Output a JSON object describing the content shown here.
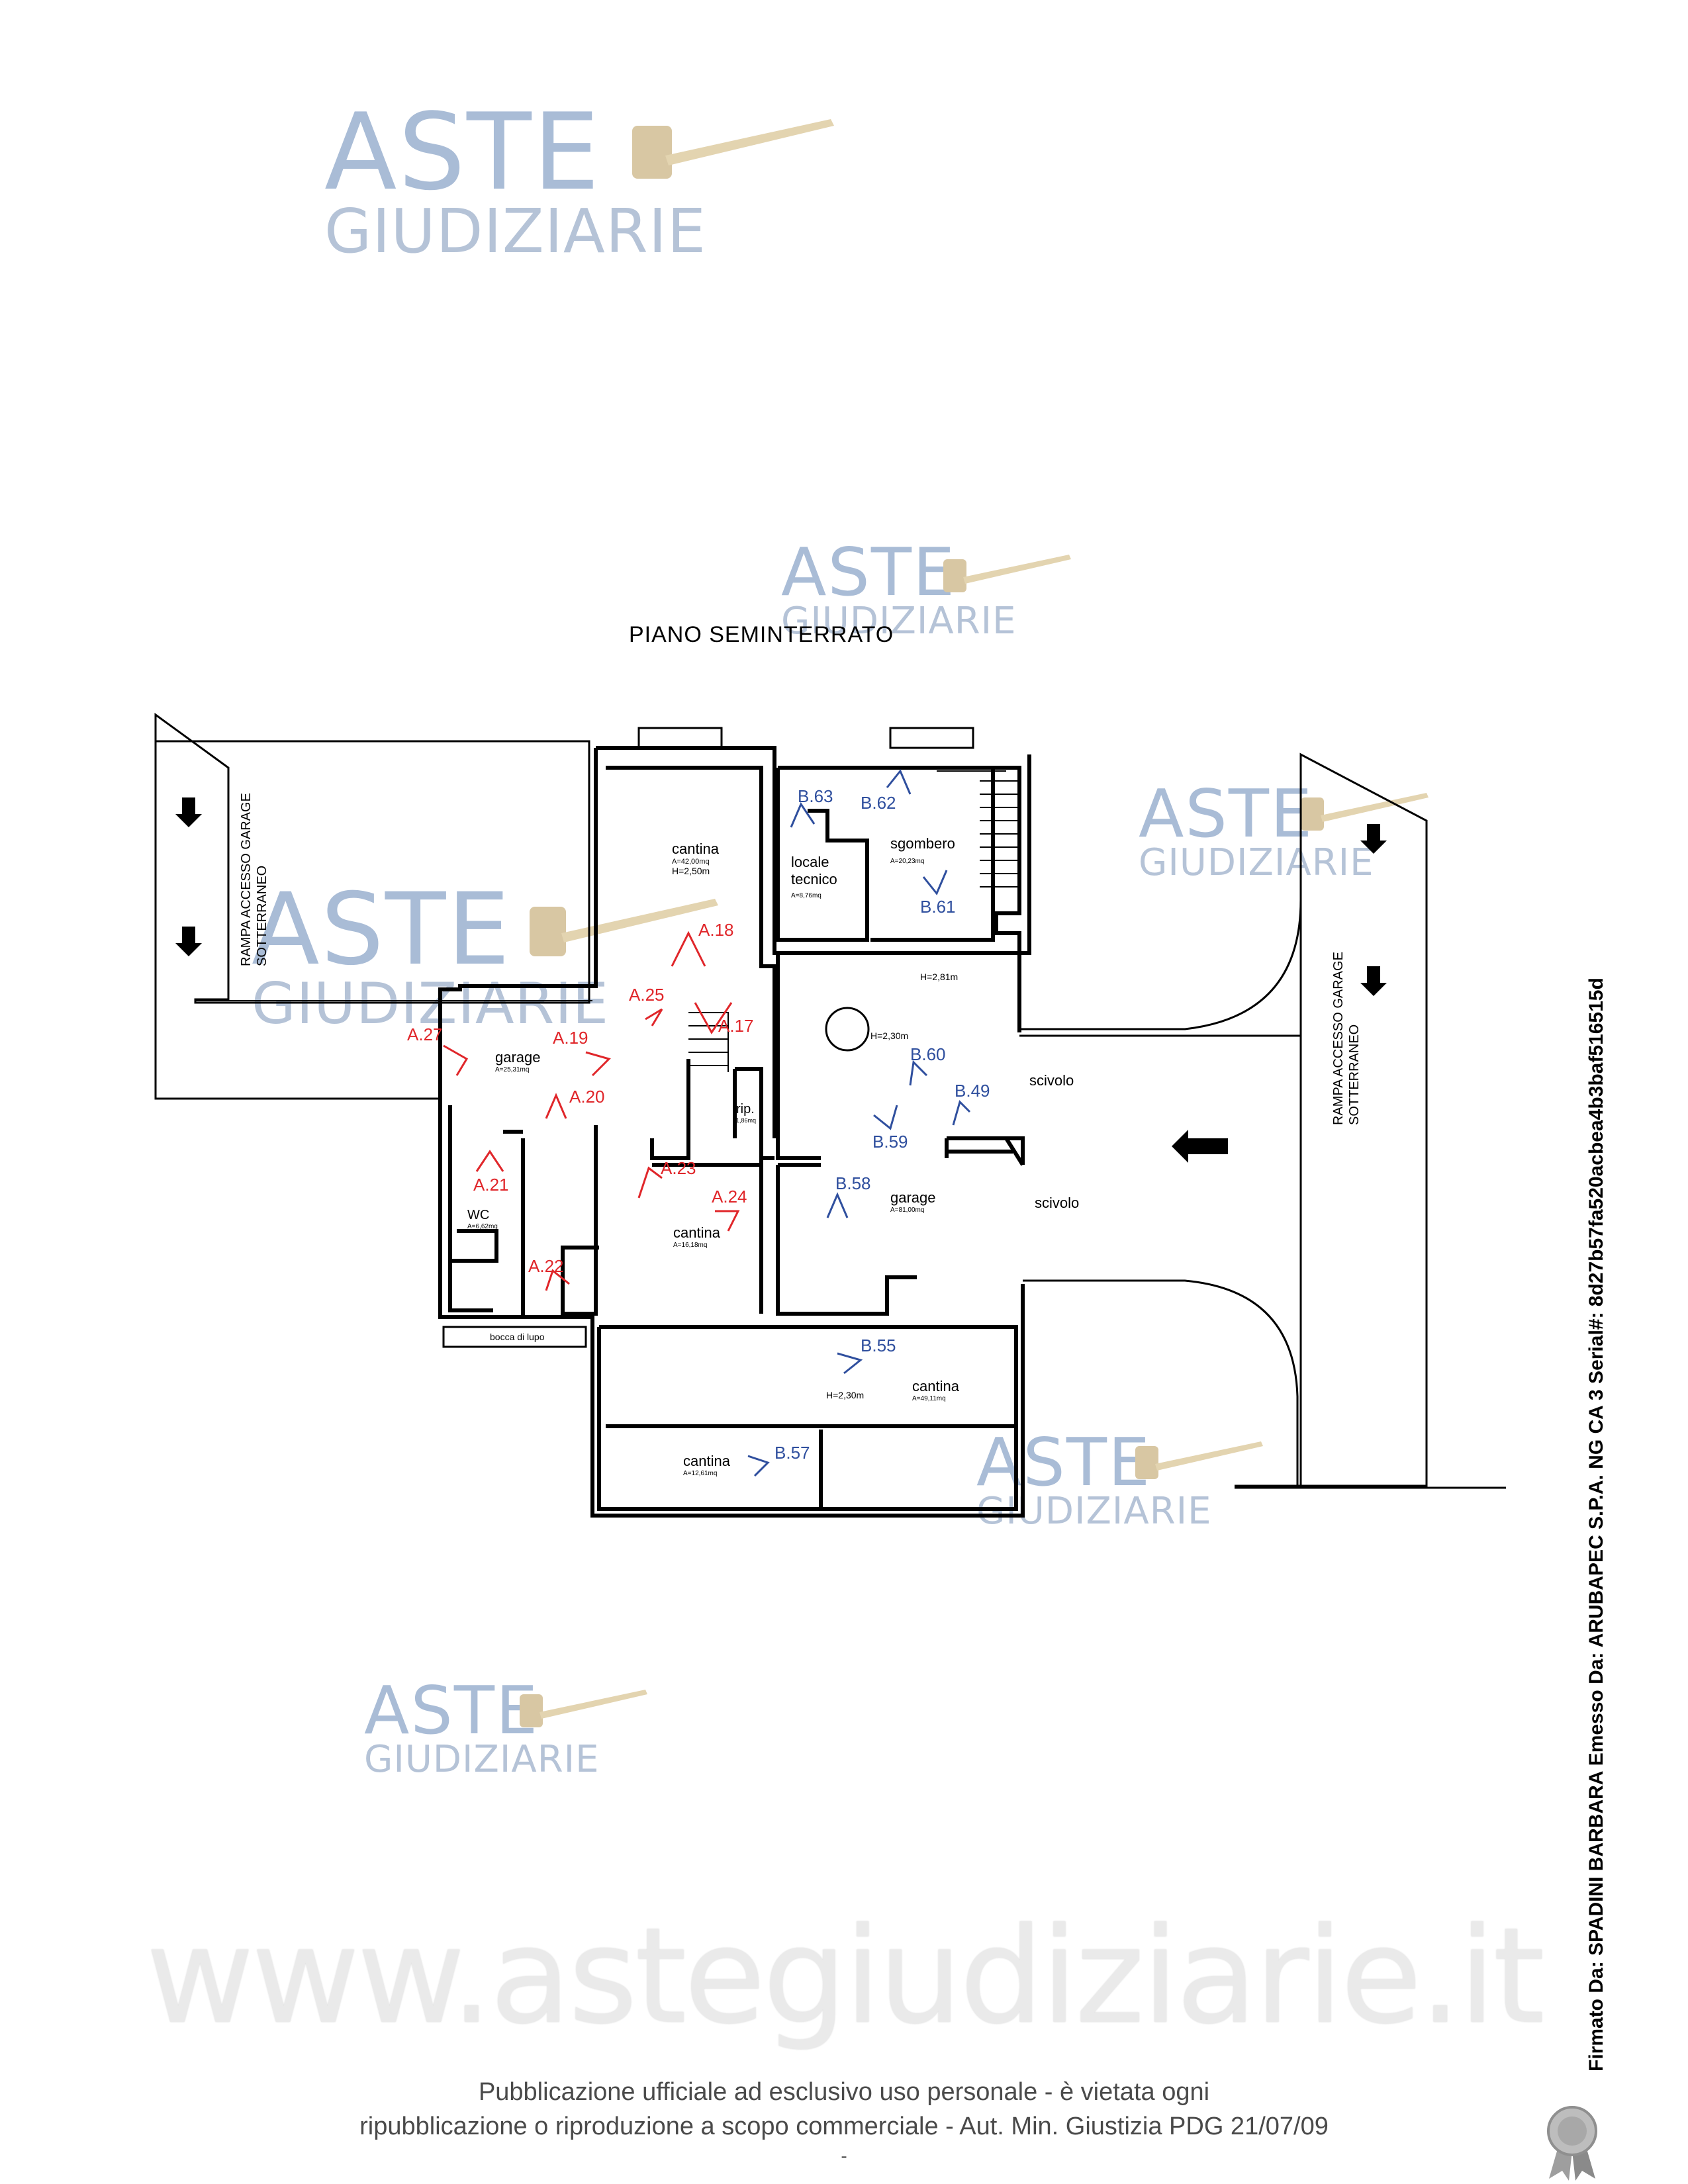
{
  "watermark": {
    "line1": "ASTE",
    "line2": "GIUDIZIARIE",
    "color": "#a9bcd6"
  },
  "plan": {
    "title": "PIANO SEMINTERRATO",
    "ramps": {
      "label_line1": "RAMPA ACCESSO GARAGE",
      "label_line2": "SOTTERRANEO"
    },
    "rooms": [
      {
        "id": "cantina-top",
        "name": "cantina",
        "area": "A=42,00mq",
        "height": "H=2,50m"
      },
      {
        "id": "locale-tecnico",
        "name_line1": "locale",
        "name_line2": "tecnico",
        "area": "A=8,76mq"
      },
      {
        "id": "sgombero",
        "name": "sgombero",
        "area": "A=20,23mq"
      },
      {
        "id": "garage-left",
        "name": "garage",
        "area": "A=25,31mq"
      },
      {
        "id": "wc",
        "name": "WC",
        "area": "A=6,62mq"
      },
      {
        "id": "rip",
        "name": "rip.",
        "area": "1,86mq"
      },
      {
        "id": "cantina-mid",
        "name": "cantina",
        "area": "A=16,18mq"
      },
      {
        "id": "garage-right",
        "name": "garage",
        "area": "A=81,00mq"
      },
      {
        "id": "cantina-low",
        "name": "cantina",
        "area": "A=49,11mq",
        "height": "H=2,30m"
      },
      {
        "id": "cantina-bottom",
        "name": "cantina",
        "area": "A=12,61mq"
      }
    ],
    "heights": {
      "h1": "H=2,81m",
      "h2": "H=2,30m"
    },
    "scivolo": "scivolo",
    "bocca": "bocca di lupo",
    "views_red": [
      "A.18",
      "A.25",
      "A.17",
      "A.27",
      "A.19",
      "A.20",
      "A.21",
      "A.23",
      "A.24",
      "A.22"
    ],
    "views_blue": [
      "B.63",
      "B.62",
      "B.61",
      "B.60",
      "B.49",
      "B.59",
      "B.58",
      "B.55",
      "B.57"
    ],
    "red_color": "#e0262a",
    "blue_color": "#2f4f9e"
  },
  "site_url": "www.astegiudiziarie.it",
  "notice": {
    "line1": "Pubblicazione ufficiale ad esclusivo uso personale - è vietata ogni",
    "line2": "ripubblicazione o riproduzione a scopo commerciale - Aut. Min. Giustizia PDG 21/07/09",
    "line3": "-"
  },
  "signature": "Firmato Da: SPADINI BARBARA Emesso Da: ARUBAPEC S.P.A. NG CA 3 Serial#: 8d27b57fa520acbea4b3baf516515d"
}
